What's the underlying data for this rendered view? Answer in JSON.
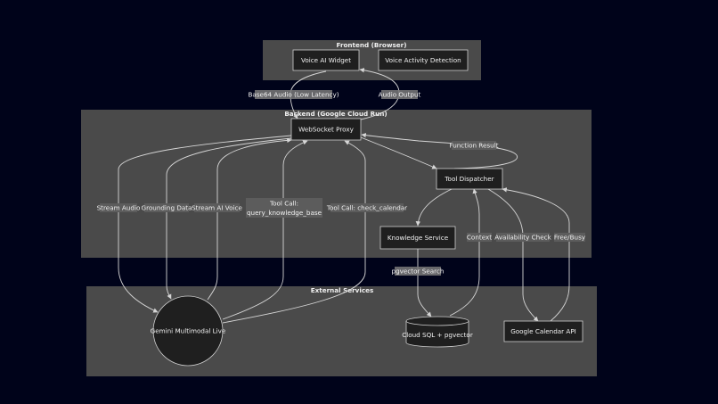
{
  "groups": {
    "frontend": "Frontend (Browser)",
    "backend": "Backend (Google Cloud Run)",
    "external": "External Services"
  },
  "nodes": {
    "voice_widget": "Voice AI Widget",
    "vad": "Voice Activity Detection",
    "ws_proxy": "WebSocket Proxy",
    "tool_dispatcher": "Tool Dispatcher",
    "knowledge_service": "Knowledge Service",
    "gemini": "Gemini Multimodal Live",
    "cloud_sql": "Cloud SQL + pgvector",
    "calendar_api": "Google Calendar API"
  },
  "edge_labels": {
    "audio_in": "Base64 Audio (Low Latency)",
    "audio_out": "Audio Output",
    "function_result": "Function Result",
    "stream_audio": "Stream Audio",
    "grounding_data": "Grounding Data",
    "stream_ai_voice": "Stream AI Voice",
    "tool_call_kb_line1": "Tool Call:",
    "tool_call_kb_line2": "query_knowledge_base",
    "tool_call_cal": "Tool Call: check_calendar",
    "context": "Context",
    "availability_check": "Availability Check",
    "free_busy": "Free/Busy",
    "pgvector_search": "pgvector Search"
  },
  "colors": {
    "background": "#00031a",
    "group_fill": "#4a4a4a",
    "node_fill": "#1f1f1f",
    "edge": "#d6d6d6",
    "text": "#f0f0f0"
  }
}
